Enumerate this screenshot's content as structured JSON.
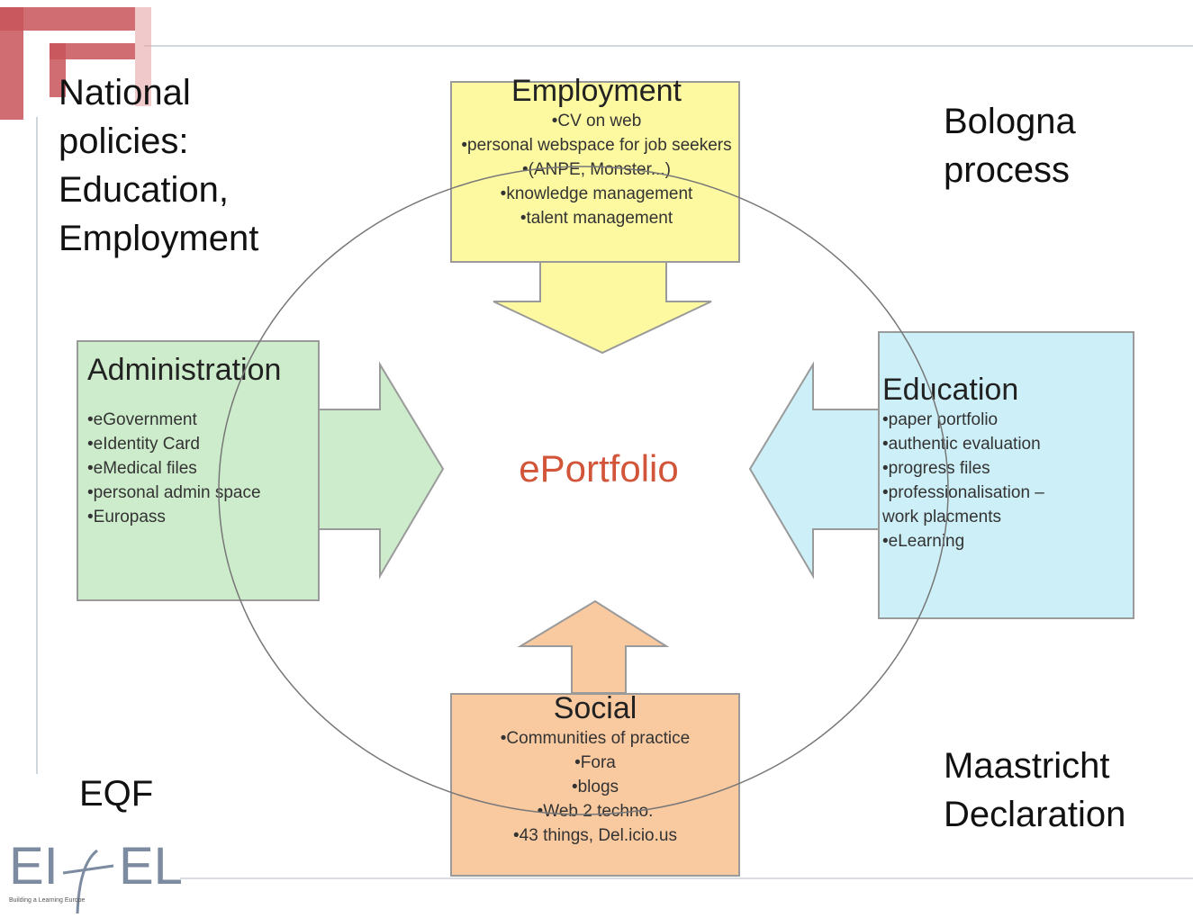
{
  "corner_notes": {
    "top_left": "National\npolicies:\nEducation,\nEmployment",
    "top_right": "Bologna\nprocess",
    "bottom_left": "EQF",
    "bottom_right": "Maastricht\nDeclaration"
  },
  "center_label": "ePortfolio",
  "employment": {
    "title": "Employment",
    "items": [
      "CV on web",
      "personal webspace for job seekers",
      "(ANPE, Monster...)",
      "knowledge management",
      "talent management"
    ]
  },
  "administration": {
    "title": "Administration",
    "items": [
      "eGovernment",
      "eIdentity Card",
      "eMedical files",
      "personal admin space",
      "Europass"
    ]
  },
  "education": {
    "title": "Education",
    "items": [
      "paper portfolio",
      "authentic evaluation",
      "progress files",
      "professionalisation –",
      "work placments",
      "eLearning"
    ]
  },
  "social": {
    "title": "Social",
    "items": [
      "Communities of practice",
      "Fora",
      "blogs",
      "Web 2 techno.",
      "43 things, Del.icio.us"
    ]
  },
  "logo": {
    "text": "EIfEL",
    "tagline": "Building a Learning Europe"
  },
  "colors": {
    "employment": "#fdf9a0",
    "administration": "#cdeccb",
    "education": "#cdeff7",
    "social": "#f9c9a0",
    "center_label": "#d2553a",
    "logo_red": "#c8545a"
  }
}
